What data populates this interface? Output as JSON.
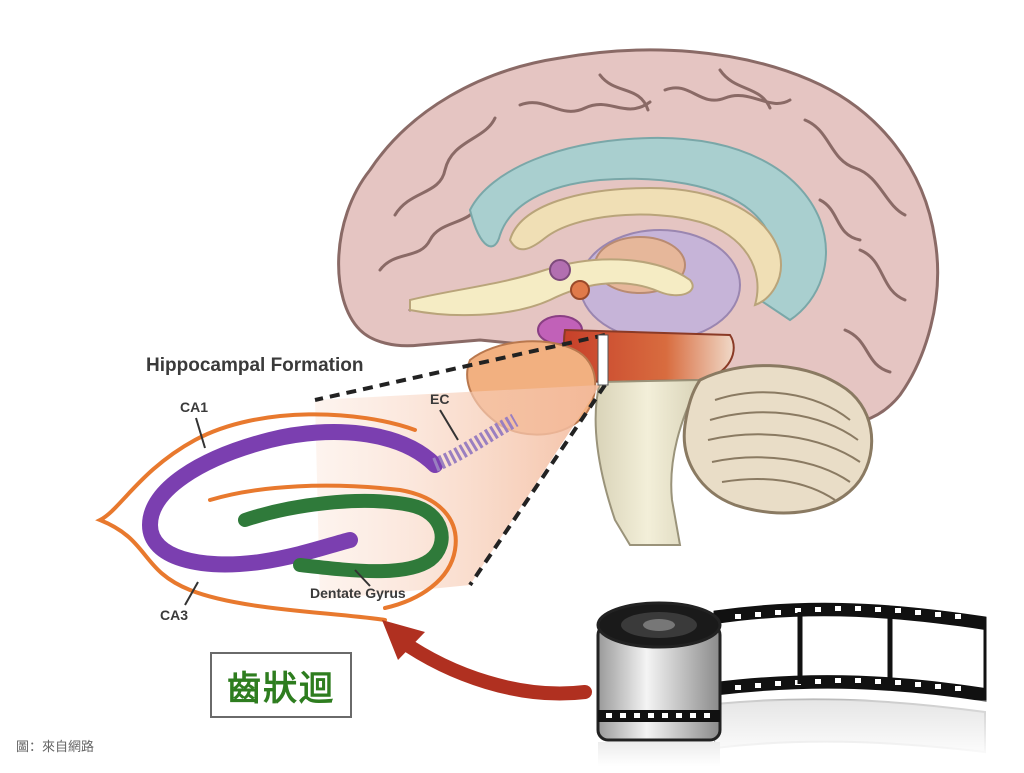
{
  "diagram": {
    "title": "Hippocampal Formation",
    "labels": {
      "ca1": "CA1",
      "ca3": "CA3",
      "ec": "EC",
      "dentate_gyrus": "Dentate Gyrus"
    }
  },
  "callout": {
    "text": "齒狀迴"
  },
  "source_credit": "圖：來自網路",
  "colors": {
    "ca_band": "#7b3fb0",
    "dentate_band": "#2f7a3a",
    "hippocampus_outline": "#e8792e",
    "arrow": "#b03020",
    "callout_text": "#2e7d1f",
    "brain_cortex": "#e5c5c2",
    "ventricle": "#a9cfcf"
  },
  "icons": [
    "brain-illustration",
    "film-strip-icon",
    "curved-arrow-icon"
  ]
}
